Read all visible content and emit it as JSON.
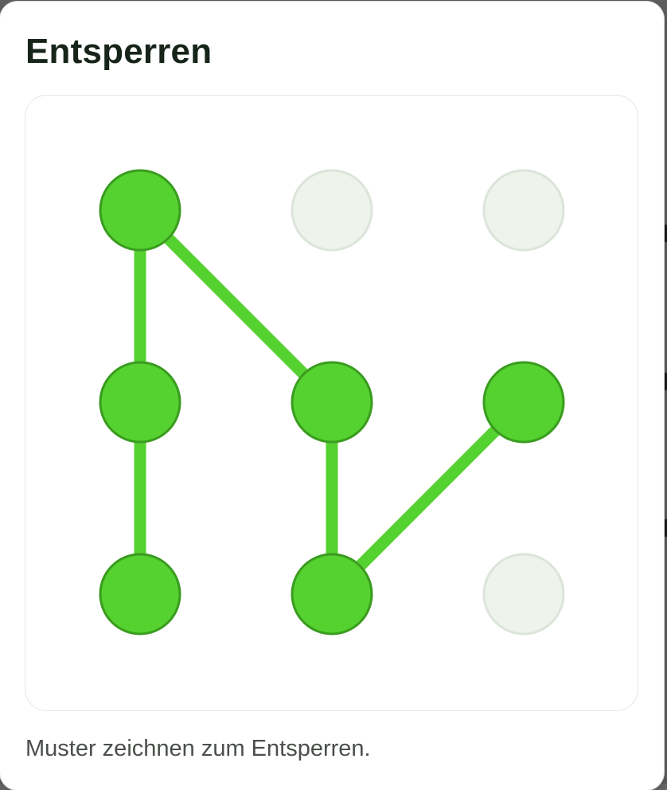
{
  "dialog": {
    "title": "Entsperren",
    "hint": "Muster zeichnen zum Entsperren."
  },
  "pattern": {
    "grid_rows": 3,
    "grid_cols": 3,
    "selected_sequence": [
      3,
      0,
      4,
      7,
      5
    ],
    "extra_segments": [
      [
        3,
        6
      ]
    ],
    "selected_dots": [
      0,
      3,
      4,
      5,
      6,
      7
    ]
  },
  "colors": {
    "active_fill": "#55d130",
    "active_stroke": "#3a9c1f",
    "line": "#55d130",
    "inactive_fill": "#eef3ec",
    "inactive_stroke": "#dde4da"
  }
}
